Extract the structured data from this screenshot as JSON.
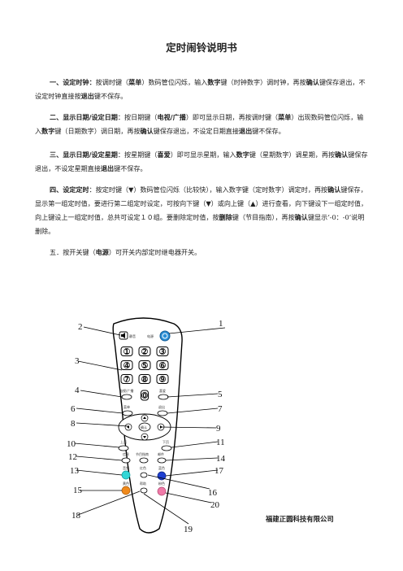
{
  "title": "定时闹铃说明书",
  "sections": [
    {
      "segments": [
        {
          "t": "一、设定时钟：",
          "b": true
        },
        {
          "t": "按调时键（",
          "b": false
        },
        {
          "t": "菜单",
          "b": true
        },
        {
          "t": "）数码管位闪烁，输入",
          "b": false
        },
        {
          "t": "数字",
          "b": true
        },
        {
          "t": "键（时钟数字）调时钟，再按",
          "b": false
        },
        {
          "t": "确认",
          "b": true
        },
        {
          "t": "键保存退出，不设定时钟直接按",
          "b": false
        },
        {
          "t": "退出",
          "b": true
        },
        {
          "t": "键不保存。",
          "b": false
        }
      ]
    },
    {
      "segments": [
        {
          "t": "二、显示日期/设定日期",
          "b": true
        },
        {
          "t": "：按日期键（",
          "b": false
        },
        {
          "t": "电视/广播",
          "b": true
        },
        {
          "t": "）即可显示日期，再按调时键（",
          "b": false
        },
        {
          "t": "菜单",
          "b": true
        },
        {
          "t": "）出现数码管位闪烁，输入",
          "b": false
        },
        {
          "t": "数字",
          "b": true
        },
        {
          "t": "键（日期数字）调日期，再按",
          "b": false
        },
        {
          "t": "确认",
          "b": true
        },
        {
          "t": "键保存退出，不设定日期直接",
          "b": false
        },
        {
          "t": "退出",
          "b": true
        },
        {
          "t": "键不保存。",
          "b": false
        }
      ]
    },
    {
      "segments": [
        {
          "t": "三、显示日期/设定星期",
          "b": true
        },
        {
          "t": "：按星期键（",
          "b": false
        },
        {
          "t": "喜爱",
          "b": true
        },
        {
          "t": "）即可显示星期，输入",
          "b": false
        },
        {
          "t": "数字",
          "b": true
        },
        {
          "t": "键（星期数字）调星期，再按",
          "b": false
        },
        {
          "t": "确认",
          "b": true
        },
        {
          "t": "键保存退出，不设定星期直接",
          "b": false
        },
        {
          "t": "退出",
          "b": true
        },
        {
          "t": "键不保存。",
          "b": false
        }
      ]
    },
    {
      "segments": [
        {
          "t": "四、设定定时",
          "b": true
        },
        {
          "t": "：按定时键（▼）数码管位闪烁（比较快），输入数字键（定时数字）调定时，再按",
          "b": false
        },
        {
          "t": "确认",
          "b": true
        },
        {
          "t": "键保存，显示第一组定时值，要进行第二组定时设定，可按向下键（▼）或向上键（▲）进行查看，向下键设下一组定时值，向上键设上一组定时值，总共可设定１０组。要删除定时值，按",
          "b": false
        },
        {
          "t": "删除",
          "b": true
        },
        {
          "t": "键（节目指南），再按",
          "b": false
        },
        {
          "t": "确认",
          "b": true
        },
        {
          "t": "键显示‘-0：-0’说明删除。",
          "b": false
        }
      ]
    },
    {
      "segments": [
        {
          "t": "五．按开关键（",
          "b": false
        },
        {
          "t": "电源",
          "b": true
        },
        {
          "t": "）可开关内部定时继电器开关。",
          "b": false
        }
      ]
    }
  ],
  "remote": {
    "buttons": {
      "mute": "静音",
      "power": "电源",
      "tv_radio": "电视/广播",
      "fav": "喜爱",
      "menu": "菜单",
      "exit": "退出",
      "ok": "确认",
      "up": "上页",
      "down": "下页",
      "epg": "节目指南",
      "info": "信息",
      "mail": "邮件",
      "audio": "音频",
      "red": "红色",
      "blue": "蓝色",
      "yellow": "黄色",
      "pink": "粉色",
      "help": "帮助"
    },
    "digits": [
      "1",
      "2",
      "3",
      "4",
      "5",
      "6",
      "7",
      "8",
      "9",
      "0"
    ],
    "callouts": [
      "1",
      "2",
      "3",
      "4",
      "5",
      "6",
      "7",
      "8",
      "9",
      "10",
      "11",
      "12",
      "13",
      "14",
      "15",
      "16",
      "17",
      "18",
      "19",
      "20"
    ]
  },
  "company": "福建正圆科技有限公司",
  "colors": {
    "power_button": "#2b8fd6",
    "cyan_button": "#33d6d6",
    "blue_button": "#1e3fd1",
    "orange_button": "#f08a1c",
    "pink_button": "#f07aa8"
  }
}
